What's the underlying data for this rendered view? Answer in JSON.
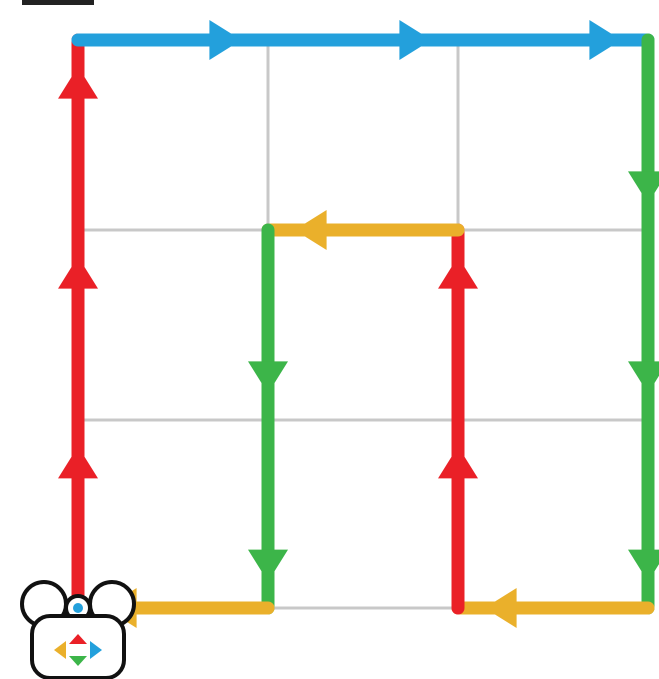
{
  "grid": {
    "rows": 3,
    "cols": 3,
    "line_color": "#c8c8c8"
  },
  "colors": {
    "up": "#ea2027",
    "right": "#23a0dc",
    "down": "#3cb549",
    "left": "#eab02b"
  },
  "path": [
    {
      "from": [
        0,
        3
      ],
      "to": [
        0,
        0
      ],
      "direction": "up"
    },
    {
      "from": [
        0,
        0
      ],
      "to": [
        3,
        0
      ],
      "direction": "right"
    },
    {
      "from": [
        3,
        0
      ],
      "to": [
        3,
        3
      ],
      "direction": "down"
    },
    {
      "from": [
        3,
        3
      ],
      "to": [
        2,
        3
      ],
      "direction": "left"
    },
    {
      "from": [
        2,
        3
      ],
      "to": [
        2,
        1
      ],
      "direction": "up"
    },
    {
      "from": [
        2,
        1
      ],
      "to": [
        1,
        1
      ],
      "direction": "left"
    },
    {
      "from": [
        1,
        1
      ],
      "to": [
        1,
        3
      ],
      "direction": "down"
    },
    {
      "from": [
        1,
        3
      ],
      "to": [
        0,
        3
      ],
      "direction": "left"
    }
  ],
  "robot": {
    "icon": "robot-mouse-icon",
    "start_node": [
      0,
      3
    ]
  }
}
